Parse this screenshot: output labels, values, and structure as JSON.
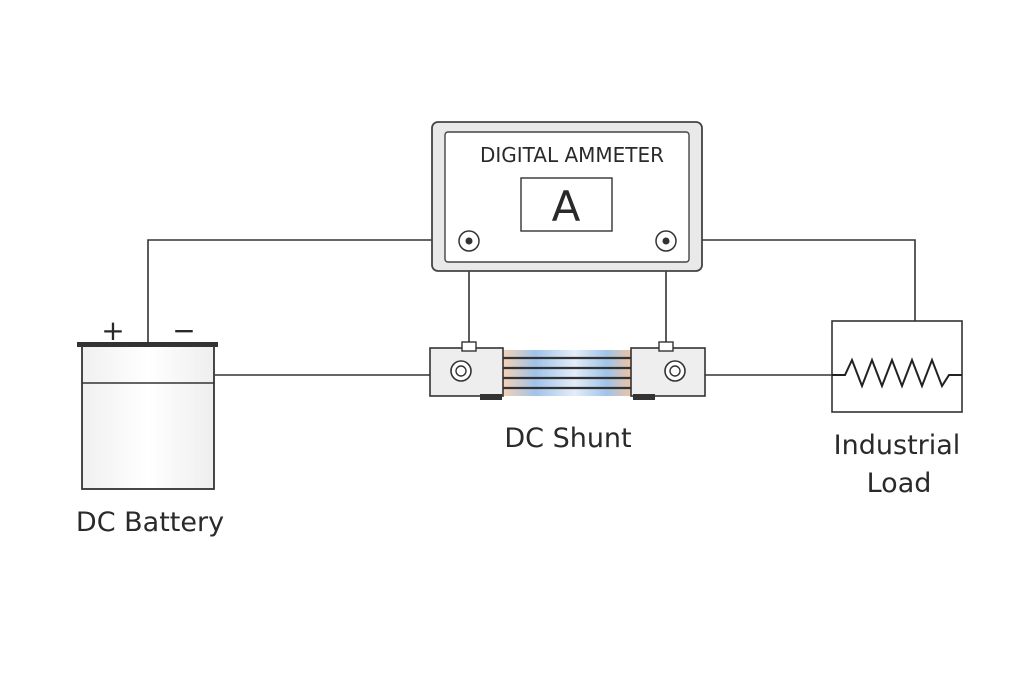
{
  "ammeter": {
    "title": "DIGITAL AMMETER",
    "unit_symbol": "A"
  },
  "battery": {
    "label": "DC Battery",
    "positive_sign": "+",
    "negative_sign": "−"
  },
  "shunt": {
    "label": "DC Shunt"
  },
  "load": {
    "label_line1": "Industrial",
    "label_line2": "Load"
  },
  "colors": {
    "line": "#333333",
    "ammeter_fill": "#e9e9e9",
    "ammeter_inner": "#ffffff",
    "shunt_block": "#eeeeee",
    "shunt_glow_blue": "#8fb9e6",
    "shunt_glow_orange": "#f2b98c"
  },
  "icons": {
    "load": "resistor-zigzag-icon",
    "terminal": "screw-terminal-icon"
  }
}
